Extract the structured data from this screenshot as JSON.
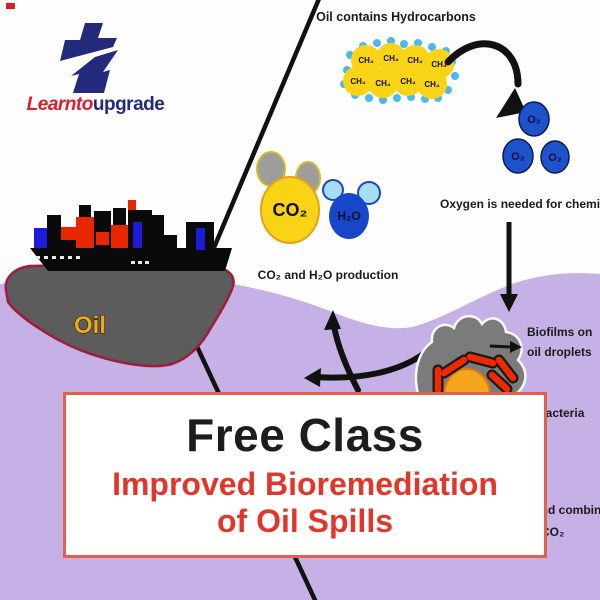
{
  "brand": {
    "wordmark_red": "Learnto",
    "wordmark_blue": "upgrade",
    "logo_navy": "#232a7c",
    "logo_red": "#d5212e"
  },
  "diagram": {
    "hydrocarbons": {
      "caption": "Oil contains Hydrocarbons",
      "molecule_label": "CH₄",
      "molecule_count": 8
    },
    "oxygen": {
      "molecule_label": "O₂",
      "molecule_count": 3,
      "caption": "Oxygen is needed for chemical reaction"
    },
    "products": {
      "co2_label": "CO₂",
      "h2o_label": "H₂O",
      "caption": "CO₂ and H₂O production"
    },
    "spill": {
      "oil_label": "Oil"
    },
    "biofilm": {
      "label_line1": "Biofilms on",
      "label_line2": "oil droplets",
      "bacteria_label": "Bacteria",
      "combine_label": "and combine",
      "co2_label": "CO₂"
    }
  },
  "banner": {
    "title": "Free Class",
    "subtitle_line1": "Improved Bioremediation",
    "subtitle_line2": "of Oil Spills",
    "title_color": "#1d1d1d",
    "subtitle_color": "#e0372a",
    "border_color": "#e4604e"
  },
  "colors": {
    "water": "#c6b1e7",
    "oil_gray": "#5c5c5c",
    "oil_outline": "#a01c3c",
    "oil_label_orange": "#f0a81c",
    "hydrocarbon_yellow": "#f8d316",
    "hydrogen_dot_blue": "#4db8f0",
    "oxygen_blue": "#1e52cb",
    "co2_yellow": "#f8d316",
    "co2_ear_gray": "#9d9d9d",
    "h2o_blue": "#1746c8",
    "h2o_ear_blue": "#a8dcf2",
    "biofilm_gray": "#7b7b7b",
    "bacteria_red": "#ef2800",
    "bacteria_core_orange": "#f6a51c"
  }
}
